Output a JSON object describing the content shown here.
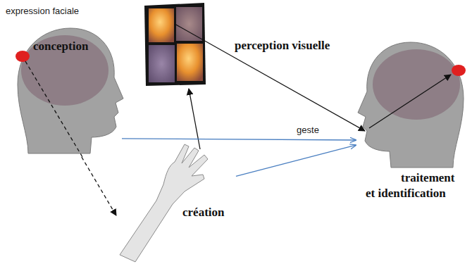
{
  "diagram": {
    "nodes": [
      {
        "text": [
          "expression faciale",
          "conception"
        ]
      },
      {
        "text": [
          "création"
        ]
      },
      {
        "text": [
          "traitement et identification"
        ]
      }
    ],
    "edges": [
      {
        "from": 0,
        "to": 2,
        "arrow": "to"
      },
      {
        "from": 1,
        "to": 2,
        "label": "geste",
        "arrow": "to"
      },
      {
        "from": 0,
        "to": 1,
        "arrow": "to"
      }
    ],
    "labels": [
      "perception visuelle"
    ]
  }
}
